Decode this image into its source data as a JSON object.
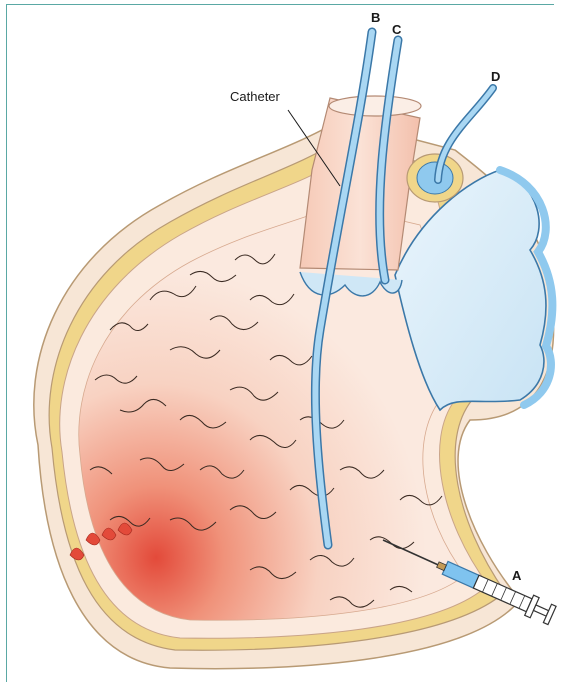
{
  "labels": {
    "catheter": "Catheter",
    "a": "A",
    "b": "B",
    "c": "C",
    "d": "D"
  },
  "colors": {
    "frame": "#5aa8a4",
    "pericardium_outer": "#f3ddc9",
    "fat_layer": "#e7c24a",
    "myocardium": "#fbe7db",
    "cavity": "#f4c3ac",
    "apex_red": "#e34a3a",
    "catheter_blue": "#8fc9ee",
    "atrium": "#cfe7f6"
  }
}
